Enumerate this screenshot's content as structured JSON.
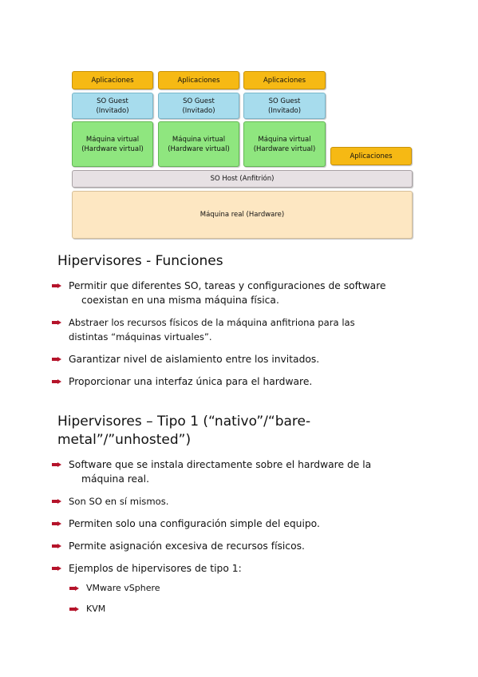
{
  "diagram": {
    "applications_label": "Aplicaciones",
    "guest_os_label": "SO Guest\n(Invitado)",
    "virtual_machine_label": "Máquina virtual\n(Hardware virtual)",
    "host_os_label": "SO Host (Anfitrión)",
    "real_machine_label": "Máquina real (Hardware)",
    "colors": {
      "applications": "#f6b914",
      "guest_os": "#a7dced",
      "virtual_machine": "#8fe67f",
      "host_os": "#e7e1e4",
      "real_machine": "#fde7c2",
      "bullet": "#b5132a"
    }
  },
  "section1": {
    "title": "Hipervisores - Funciones",
    "items": [
      {
        "line1": "Permitir que diferentes SO, tareas y configuraciones de software",
        "line2": "coexistan en una misma máquina física."
      },
      {
        "line1": "Abstraer los recursos físicos de la máquina anfitriona para las",
        "line2": "distintas “máquinas virtuales”."
      },
      {
        "line1": "Garantizar nivel de aislamiento entre los invitados."
      },
      {
        "line1": "Proporcionar una interfaz única para el hardware."
      }
    ]
  },
  "section2": {
    "title_line1": "Hipervisores – Tipo 1 (“nativo”/“bare-",
    "title_line2": "metal”/”unhosted”)",
    "items": [
      {
        "line1": "Software que se instala directamente sobre el hardware de la",
        "line2": "máquina real."
      },
      {
        "line1": "Son SO en sí mismos."
      },
      {
        "line1": "Permiten solo una configuración simple del equipo."
      },
      {
        "line1": "Permite asignación excesiva de recursos físicos."
      },
      {
        "line1": "Ejemplos de hipervisores de tipo 1:"
      }
    ],
    "examples": [
      "VMware vSphere",
      "KVM"
    ]
  }
}
